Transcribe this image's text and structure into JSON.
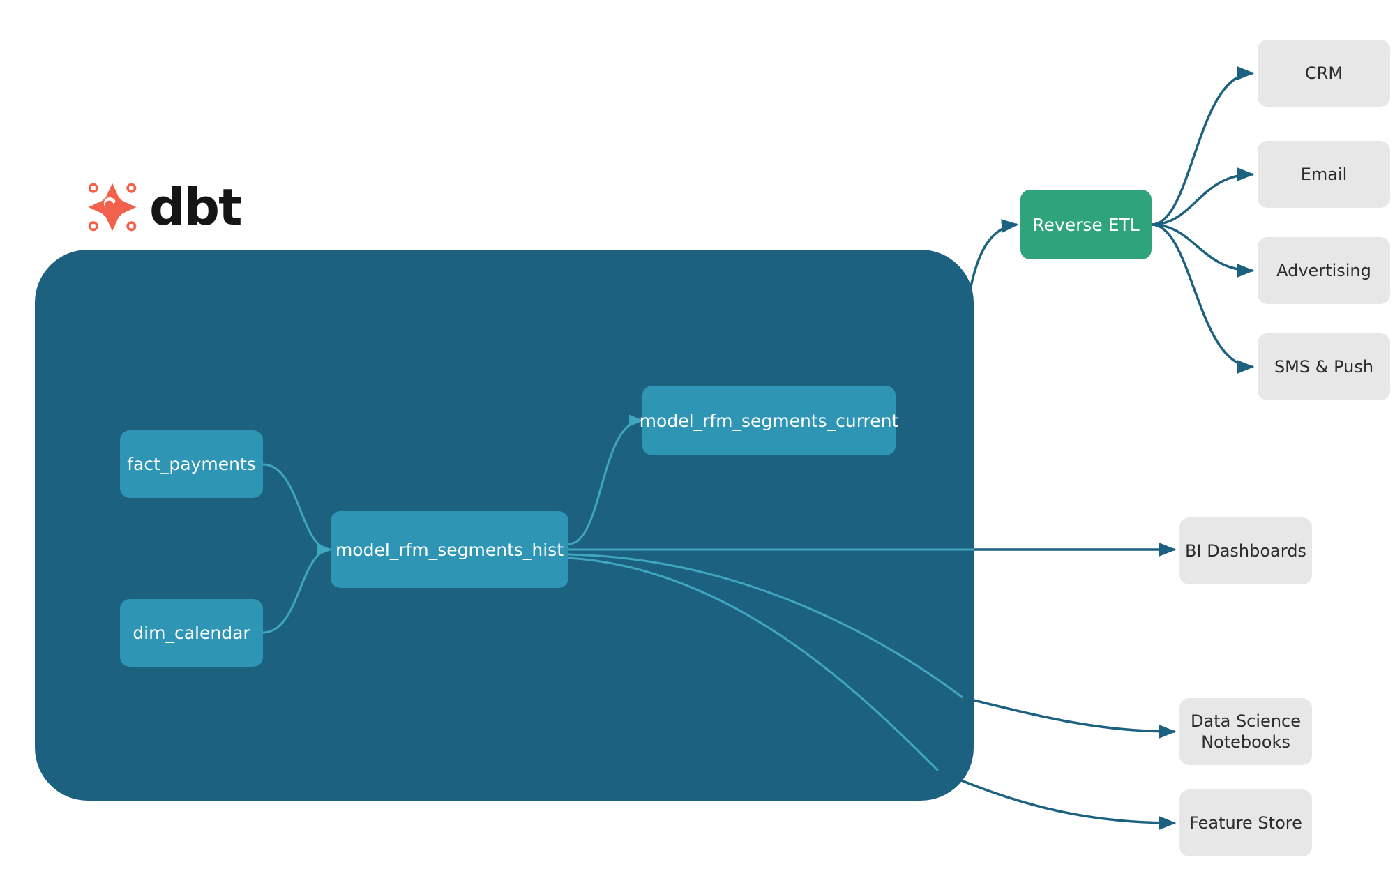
{
  "brand": {
    "logo_icon": "dbt-logo-icon",
    "wordmark": "dbt",
    "logo_color": "#F2614C",
    "wordmark_color": "#151515"
  },
  "colors": {
    "warehouse_fill": "#1C6180",
    "model_node_fill": "#2E96B4",
    "reverse_etl_fill": "#2FA37C",
    "destination_fill": "#E7E7E7",
    "edge_outer": "#1C6180",
    "edge_inner": "#3FA7C0",
    "canvas_background": "#FFFFFF"
  },
  "warehouse": {
    "name": "dbt-warehouse-container",
    "nodes": [
      {
        "id": "fact_payments",
        "label": "fact_payments"
      },
      {
        "id": "dim_calendar",
        "label": "dim_calendar"
      },
      {
        "id": "model_rfm_segments_hist",
        "label": "model_rfm_segments_hist"
      },
      {
        "id": "model_rfm_segments_current",
        "label": "model_rfm_segments_current"
      }
    ]
  },
  "reverse_etl": {
    "label": "Reverse ETL"
  },
  "activation_destinations": [
    {
      "id": "crm",
      "label": "CRM"
    },
    {
      "id": "email",
      "label": "Email"
    },
    {
      "id": "advertising",
      "label": "Advertising"
    },
    {
      "id": "sms_push",
      "label": "SMS & Push"
    }
  ],
  "analytics_destinations": [
    {
      "id": "bi_dashboards",
      "label": "BI Dashboards"
    },
    {
      "id": "ds_notebooks",
      "label_line1": "Data Science",
      "label_line2": "Notebooks"
    },
    {
      "id": "feature_store",
      "label": "Feature Store"
    }
  ],
  "edges": [
    {
      "from": "fact_payments",
      "to": "model_rfm_segments_hist"
    },
    {
      "from": "dim_calendar",
      "to": "model_rfm_segments_hist"
    },
    {
      "from": "model_rfm_segments_hist",
      "to": "model_rfm_segments_current"
    },
    {
      "from": "model_rfm_segments_current",
      "to": "reverse_etl"
    },
    {
      "from": "reverse_etl",
      "to": "crm"
    },
    {
      "from": "reverse_etl",
      "to": "email"
    },
    {
      "from": "reverse_etl",
      "to": "advertising"
    },
    {
      "from": "reverse_etl",
      "to": "sms_push"
    },
    {
      "from": "model_rfm_segments_hist",
      "to": "bi_dashboards"
    },
    {
      "from": "model_rfm_segments_hist",
      "to": "ds_notebooks"
    },
    {
      "from": "model_rfm_segments_hist",
      "to": "feature_store"
    }
  ]
}
